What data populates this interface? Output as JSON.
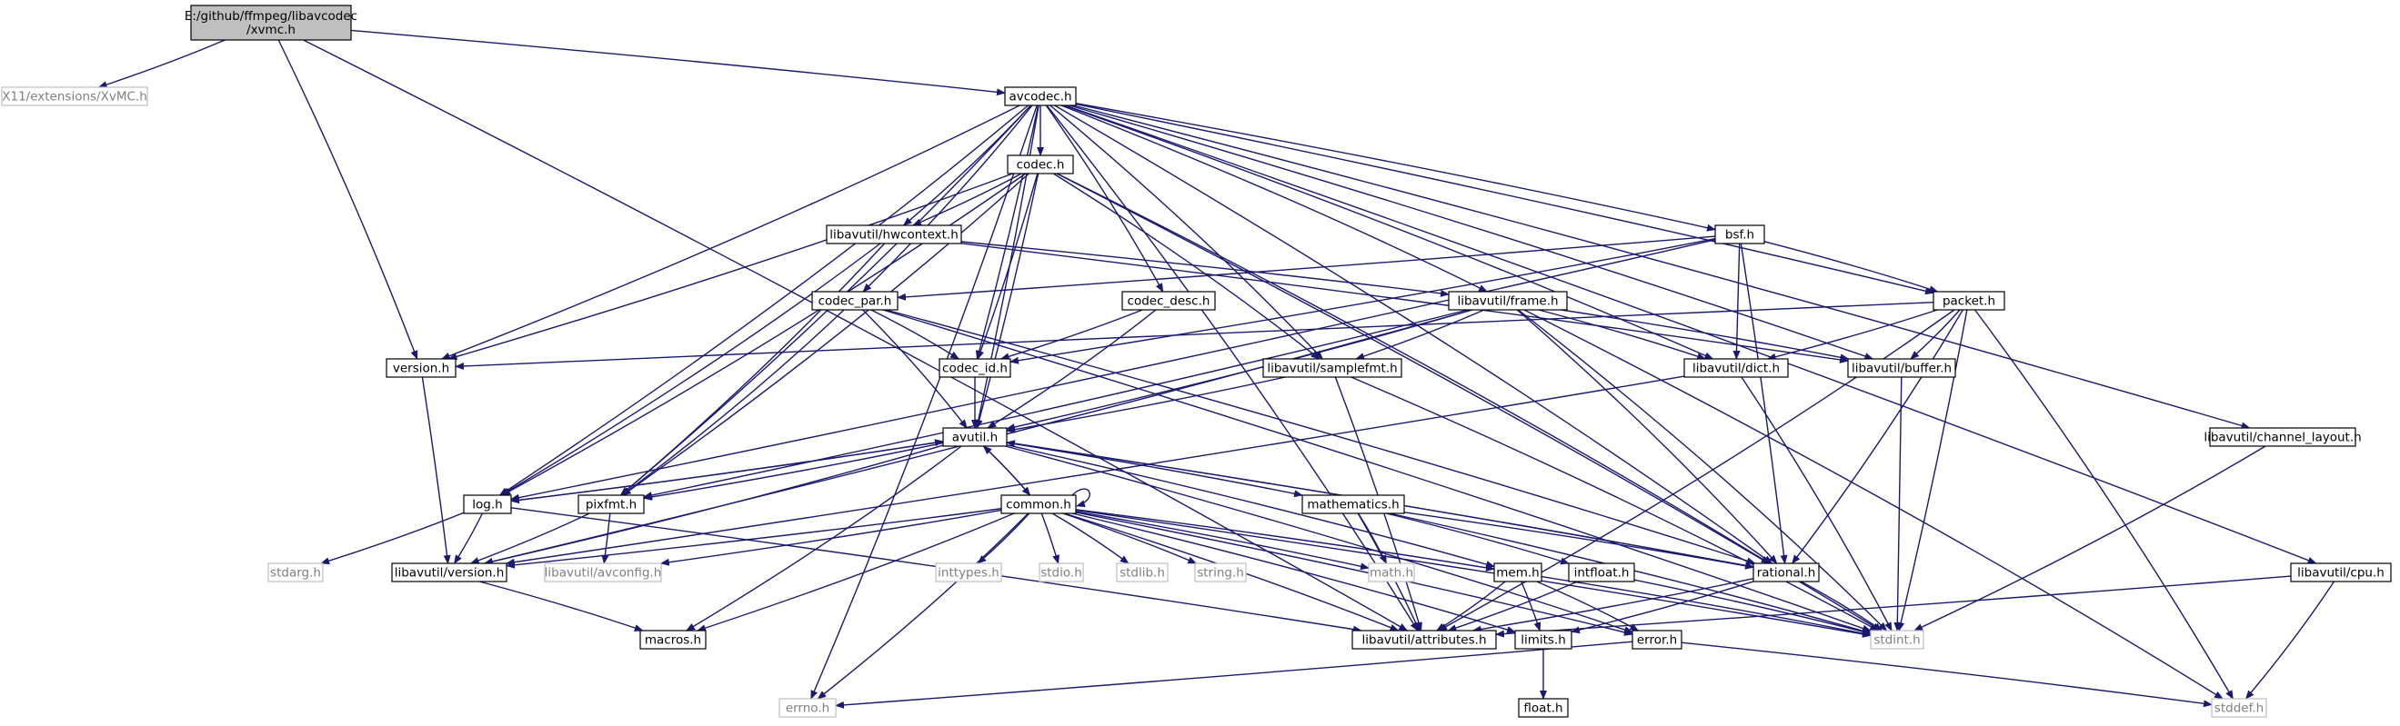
{
  "colors": {
    "edge": "#191970",
    "box_border": "#000000",
    "box_border_external": "#bfbfbf",
    "text": "#000000",
    "text_external": "#7f7f7f",
    "root_fill": "#bfbfbf",
    "node_fill": "#ffffff"
  },
  "nodes": [
    {
      "id": "root",
      "label": "E:/github/ffmpeg/libavcodec\n/xvmc.h",
      "kind": "root"
    },
    {
      "id": "xvmc_ext",
      "label": "X11/extensions/XvMC.h",
      "kind": "external"
    },
    {
      "id": "avcodec",
      "label": "avcodec.h",
      "kind": "internal"
    },
    {
      "id": "codec",
      "label": "codec.h",
      "kind": "internal"
    },
    {
      "id": "hwcontext",
      "label": "libavutil/hwcontext.h",
      "kind": "internal"
    },
    {
      "id": "bsf",
      "label": "bsf.h",
      "kind": "internal"
    },
    {
      "id": "codec_par",
      "label": "codec_par.h",
      "kind": "internal"
    },
    {
      "id": "codec_desc",
      "label": "codec_desc.h",
      "kind": "internal"
    },
    {
      "id": "frame",
      "label": "libavutil/frame.h",
      "kind": "internal"
    },
    {
      "id": "packet",
      "label": "packet.h",
      "kind": "internal"
    },
    {
      "id": "version",
      "label": "version.h",
      "kind": "internal"
    },
    {
      "id": "codec_id",
      "label": "codec_id.h",
      "kind": "internal"
    },
    {
      "id": "samplefmt",
      "label": "libavutil/samplefmt.h",
      "kind": "internal"
    },
    {
      "id": "dict",
      "label": "libavutil/dict.h",
      "kind": "internal"
    },
    {
      "id": "buffer",
      "label": "libavutil/buffer.h",
      "kind": "internal"
    },
    {
      "id": "avutil",
      "label": "avutil.h",
      "kind": "internal"
    },
    {
      "id": "channel_layout",
      "label": "libavutil/channel_layout.h",
      "kind": "internal"
    },
    {
      "id": "log",
      "label": "log.h",
      "kind": "internal"
    },
    {
      "id": "pixfmt",
      "label": "pixfmt.h",
      "kind": "internal"
    },
    {
      "id": "common",
      "label": "common.h",
      "kind": "internal"
    },
    {
      "id": "mathematics",
      "label": "mathematics.h",
      "kind": "internal"
    },
    {
      "id": "stdarg",
      "label": "stdarg.h",
      "kind": "external"
    },
    {
      "id": "lavu_version",
      "label": "libavutil/version.h",
      "kind": "internal"
    },
    {
      "id": "avconfig",
      "label": "libavutil/avconfig.h",
      "kind": "external"
    },
    {
      "id": "inttypes",
      "label": "inttypes.h",
      "kind": "external"
    },
    {
      "id": "stdio",
      "label": "stdio.h",
      "kind": "external"
    },
    {
      "id": "stdlib",
      "label": "stdlib.h",
      "kind": "external"
    },
    {
      "id": "string",
      "label": "string.h",
      "kind": "external"
    },
    {
      "id": "math",
      "label": "math.h",
      "kind": "external"
    },
    {
      "id": "mem",
      "label": "mem.h",
      "kind": "internal"
    },
    {
      "id": "intfloat",
      "label": "intfloat.h",
      "kind": "internal"
    },
    {
      "id": "rational",
      "label": "rational.h",
      "kind": "internal"
    },
    {
      "id": "cpu",
      "label": "libavutil/cpu.h",
      "kind": "internal"
    },
    {
      "id": "macros",
      "label": "macros.h",
      "kind": "internal"
    },
    {
      "id": "attributes",
      "label": "libavutil/attributes.h",
      "kind": "internal"
    },
    {
      "id": "limits",
      "label": "limits.h",
      "kind": "internal"
    },
    {
      "id": "error",
      "label": "error.h",
      "kind": "internal"
    },
    {
      "id": "stdint",
      "label": "stdint.h",
      "kind": "external"
    },
    {
      "id": "errno",
      "label": "errno.h",
      "kind": "external"
    },
    {
      "id": "stddef",
      "label": "stddef.h",
      "kind": "external"
    },
    {
      "id": "float",
      "label": "float.h",
      "kind": "internal"
    }
  ],
  "edges": [
    [
      "root",
      "xvmc_ext"
    ],
    [
      "root",
      "avcodec"
    ],
    [
      "root",
      "version"
    ],
    [
      "root",
      "attributes"
    ],
    [
      "avcodec",
      "codec"
    ],
    [
      "avcodec",
      "hwcontext"
    ],
    [
      "avcodec",
      "bsf"
    ],
    [
      "avcodec",
      "codec_par"
    ],
    [
      "avcodec",
      "codec_desc"
    ],
    [
      "avcodec",
      "frame"
    ],
    [
      "avcodec",
      "packet"
    ],
    [
      "avcodec",
      "version"
    ],
    [
      "avcodec",
      "codec_id"
    ],
    [
      "avcodec",
      "samplefmt"
    ],
    [
      "avcodec",
      "dict"
    ],
    [
      "avcodec",
      "buffer"
    ],
    [
      "avcodec",
      "avutil"
    ],
    [
      "avcodec",
      "channel_layout"
    ],
    [
      "avcodec",
      "log"
    ],
    [
      "avcodec",
      "pixfmt"
    ],
    [
      "avcodec",
      "rational"
    ],
    [
      "avcodec",
      "cpu"
    ],
    [
      "avcodec",
      "attributes"
    ],
    [
      "avcodec",
      "errno"
    ],
    [
      "codec",
      "hwcontext"
    ],
    [
      "codec",
      "codec_id"
    ],
    [
      "codec",
      "samplefmt"
    ],
    [
      "codec",
      "avutil"
    ],
    [
      "codec",
      "log"
    ],
    [
      "codec",
      "pixfmt"
    ],
    [
      "codec",
      "rational"
    ],
    [
      "codec",
      "version"
    ],
    [
      "codec",
      "stdint"
    ],
    [
      "hwcontext",
      "frame"
    ],
    [
      "hwcontext",
      "buffer"
    ],
    [
      "hwcontext",
      "log"
    ],
    [
      "hwcontext",
      "pixfmt"
    ],
    [
      "bsf",
      "codec_par"
    ],
    [
      "bsf",
      "packet"
    ],
    [
      "bsf",
      "codec_id"
    ],
    [
      "bsf",
      "dict"
    ],
    [
      "bsf",
      "rational"
    ],
    [
      "bsf",
      "log"
    ],
    [
      "codec_par",
      "codec_id"
    ],
    [
      "codec_par",
      "avutil"
    ],
    [
      "codec_par",
      "pixfmt"
    ],
    [
      "codec_par",
      "rational"
    ],
    [
      "codec_par",
      "stdint"
    ],
    [
      "codec_desc",
      "codec_id"
    ],
    [
      "codec_desc",
      "avutil"
    ],
    [
      "frame",
      "avutil"
    ],
    [
      "frame",
      "buffer"
    ],
    [
      "frame",
      "dict"
    ],
    [
      "frame",
      "samplefmt"
    ],
    [
      "frame",
      "rational"
    ],
    [
      "frame",
      "pixfmt"
    ],
    [
      "frame",
      "lavu_version"
    ],
    [
      "frame",
      "stdint"
    ],
    [
      "frame",
      "stddef"
    ],
    [
      "packet",
      "version"
    ],
    [
      "packet",
      "dict"
    ],
    [
      "packet",
      "buffer"
    ],
    [
      "packet",
      "rational"
    ],
    [
      "packet",
      "attributes"
    ],
    [
      "packet",
      "stdint"
    ],
    [
      "packet",
      "stddef"
    ],
    [
      "version",
      "lavu_version"
    ],
    [
      "codec_id",
      "avutil"
    ],
    [
      "samplefmt",
      "avutil"
    ],
    [
      "samplefmt",
      "attributes"
    ],
    [
      "samplefmt",
      "stdint"
    ],
    [
      "dict",
      "stdint"
    ],
    [
      "dict",
      "lavu_version"
    ],
    [
      "buffer",
      "stdint"
    ],
    [
      "avutil",
      "log"
    ],
    [
      "avutil",
      "pixfmt"
    ],
    [
      "avutil",
      "common"
    ],
    [
      "avutil",
      "mathematics"
    ],
    [
      "avutil",
      "rational"
    ],
    [
      "avutil",
      "lavu_version"
    ],
    [
      "avutil",
      "macros"
    ],
    [
      "avutil",
      "error"
    ],
    [
      "avutil",
      "mem"
    ],
    [
      "channel_layout",
      "stdint"
    ],
    [
      "log",
      "stdarg"
    ],
    [
      "log",
      "lavu_version"
    ],
    [
      "log",
      "attributes"
    ],
    [
      "log",
      "avutil"
    ],
    [
      "pixfmt",
      "lavu_version"
    ],
    [
      "pixfmt",
      "avconfig"
    ],
    [
      "common",
      "common"
    ],
    [
      "common",
      "lavu_version"
    ],
    [
      "common",
      "avconfig"
    ],
    [
      "common",
      "inttypes"
    ],
    [
      "common",
      "stdio"
    ],
    [
      "common",
      "stdlib"
    ],
    [
      "common",
      "string"
    ],
    [
      "common",
      "math"
    ],
    [
      "common",
      "mem"
    ],
    [
      "common",
      "attributes"
    ],
    [
      "common",
      "macros"
    ],
    [
      "common",
      "limits"
    ],
    [
      "common",
      "errno"
    ],
    [
      "common",
      "stdint"
    ],
    [
      "common",
      "error"
    ],
    [
      "common",
      "avutil"
    ],
    [
      "mathematics",
      "math"
    ],
    [
      "mathematics",
      "intfloat"
    ],
    [
      "mathematics",
      "rational"
    ],
    [
      "mathematics",
      "attributes"
    ],
    [
      "mathematics",
      "stdint"
    ],
    [
      "mem",
      "attributes"
    ],
    [
      "mem",
      "limits"
    ],
    [
      "mem",
      "error"
    ],
    [
      "mem",
      "stdint"
    ],
    [
      "intfloat",
      "attributes"
    ],
    [
      "intfloat",
      "stdint"
    ],
    [
      "rational",
      "attributes"
    ],
    [
      "rational",
      "limits"
    ],
    [
      "rational",
      "stdint"
    ],
    [
      "rational",
      "avutil"
    ],
    [
      "cpu",
      "attributes"
    ],
    [
      "cpu",
      "stddef"
    ],
    [
      "limits",
      "float"
    ],
    [
      "error",
      "errno"
    ],
    [
      "error",
      "stddef"
    ],
    [
      "lavu_version",
      "macros"
    ]
  ]
}
